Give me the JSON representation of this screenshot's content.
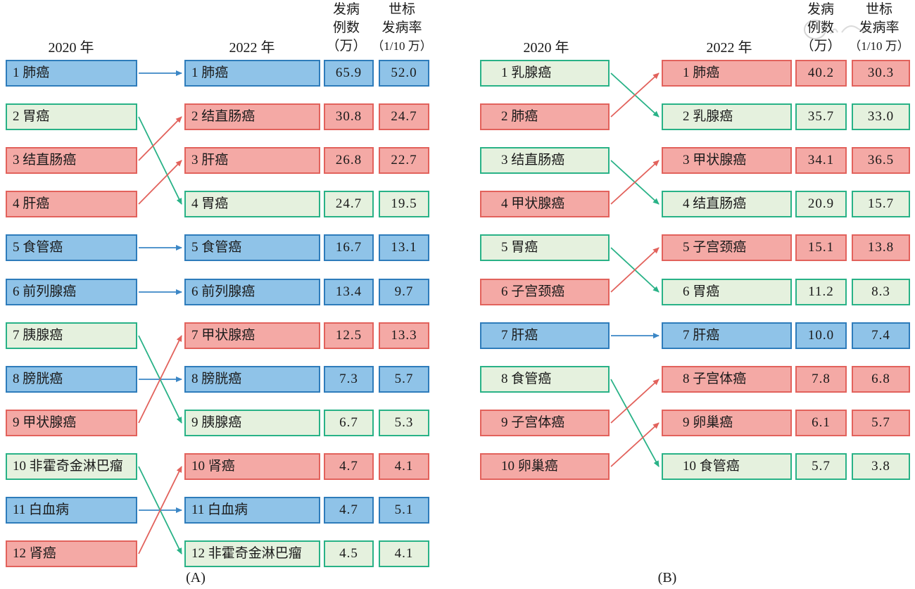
{
  "figure": {
    "palette": {
      "blue": {
        "fill": "#8fc3e8",
        "border": "#2e7cbb",
        "arrow": "#3c87c6"
      },
      "green": {
        "fill": "#e5f1de",
        "border": "#29b287",
        "arrow": "#29b287"
      },
      "red": {
        "fill": "#f4a9a5",
        "border": "#e2625c",
        "arrow": "#e2625c"
      }
    },
    "panels": [
      {
        "caption": "(A)",
        "year_left": "2020 年",
        "year_right": "2022 年",
        "cases_header": [
          "发病",
          "例数",
          "（万）"
        ],
        "rate_header": [
          "世标",
          "发病率",
          "（1/10 万）"
        ],
        "left_items": [
          {
            "text": "1 肺癌",
            "color": "blue"
          },
          {
            "text": "2 胃癌",
            "color": "green"
          },
          {
            "text": "3 结直肠癌",
            "color": "red"
          },
          {
            "text": "4 肝癌",
            "color": "red"
          },
          {
            "text": "5 食管癌",
            "color": "blue"
          },
          {
            "text": "6 前列腺癌",
            "color": "blue"
          },
          {
            "text": "7 胰腺癌",
            "color": "green"
          },
          {
            "text": "8 膀胱癌",
            "color": "blue"
          },
          {
            "text": "9 甲状腺癌",
            "color": "red"
          },
          {
            "text": "10 非霍奇金淋巴瘤",
            "color": "green"
          },
          {
            "text": "11 白血病",
            "color": "blue"
          },
          {
            "text": "12 肾癌",
            "color": "red"
          }
        ],
        "right_items": [
          {
            "text": "1 肺癌",
            "color": "blue",
            "cases": "65.9",
            "rate": "52.0"
          },
          {
            "text": "2 结直肠癌",
            "color": "red",
            "cases": "30.8",
            "rate": "24.7"
          },
          {
            "text": "3 肝癌",
            "color": "red",
            "cases": "26.8",
            "rate": "22.7"
          },
          {
            "text": "4 胃癌",
            "color": "green",
            "cases": "24.7",
            "rate": "19.5"
          },
          {
            "text": "5 食管癌",
            "color": "blue",
            "cases": "16.7",
            "rate": "13.1"
          },
          {
            "text": "6 前列腺癌",
            "color": "blue",
            "cases": "13.4",
            "rate": "9.7"
          },
          {
            "text": "7 甲状腺癌",
            "color": "red",
            "cases": "12.5",
            "rate": "13.3"
          },
          {
            "text": "8 膀胱癌",
            "color": "blue",
            "cases": "7.3",
            "rate": "5.7"
          },
          {
            "text": "9 胰腺癌",
            "color": "green",
            "cases": "6.7",
            "rate": "5.3"
          },
          {
            "text": "10 肾癌",
            "color": "red",
            "cases": "4.7",
            "rate": "4.1"
          },
          {
            "text": "11 白血病",
            "color": "blue",
            "cases": "4.7",
            "rate": "5.1"
          },
          {
            "text": "12 非霍奇金淋巴瘤",
            "color": "green",
            "cases": "4.5",
            "rate": "4.1"
          }
        ],
        "links": [
          {
            "from": 1,
            "to": 1,
            "color": "blue"
          },
          {
            "from": 2,
            "to": 4,
            "color": "green"
          },
          {
            "from": 3,
            "to": 2,
            "color": "red"
          },
          {
            "from": 4,
            "to": 3,
            "color": "red"
          },
          {
            "from": 5,
            "to": 5,
            "color": "blue"
          },
          {
            "from": 6,
            "to": 6,
            "color": "blue"
          },
          {
            "from": 7,
            "to": 9,
            "color": "green"
          },
          {
            "from": 8,
            "to": 8,
            "color": "blue"
          },
          {
            "from": 9,
            "to": 7,
            "color": "red"
          },
          {
            "from": 10,
            "to": 12,
            "color": "green"
          },
          {
            "from": 11,
            "to": 11,
            "color": "blue"
          },
          {
            "from": 12,
            "to": 10,
            "color": "red"
          }
        ]
      },
      {
        "caption": "(B)",
        "year_left": "2020 年",
        "year_right": "2022 年",
        "cases_header": [
          "发病",
          "例数",
          "（万）"
        ],
        "rate_header": [
          "世标",
          "发病率",
          "（1/10 万）"
        ],
        "left_items": [
          {
            "text": "1 乳腺癌",
            "color": "green"
          },
          {
            "text": "2 肺癌",
            "color": "red"
          },
          {
            "text": "3 结直肠癌",
            "color": "green"
          },
          {
            "text": "4 甲状腺癌",
            "color": "red"
          },
          {
            "text": "5 胃癌",
            "color": "green"
          },
          {
            "text": "6 子宫颈癌",
            "color": "red"
          },
          {
            "text": "7 肝癌",
            "color": "blue"
          },
          {
            "text": "8 食管癌",
            "color": "green"
          },
          {
            "text": "9 子宫体癌",
            "color": "red"
          },
          {
            "text": "10 卵巢癌",
            "color": "red"
          }
        ],
        "right_items": [
          {
            "text": "1 肺癌",
            "color": "red",
            "cases": "40.2",
            "rate": "30.3"
          },
          {
            "text": "2 乳腺癌",
            "color": "green",
            "cases": "35.7",
            "rate": "33.0"
          },
          {
            "text": "3 甲状腺癌",
            "color": "red",
            "cases": "34.1",
            "rate": "36.5"
          },
          {
            "text": "4 结直肠癌",
            "color": "green",
            "cases": "20.9",
            "rate": "15.7"
          },
          {
            "text": "5 子宫颈癌",
            "color": "red",
            "cases": "15.1",
            "rate": "13.8"
          },
          {
            "text": "6 胃癌",
            "color": "green",
            "cases": "11.2",
            "rate": "8.3"
          },
          {
            "text": "7 肝癌",
            "color": "blue",
            "cases": "10.0",
            "rate": "7.4"
          },
          {
            "text": "8 子宫体癌",
            "color": "red",
            "cases": "7.8",
            "rate": "6.8"
          },
          {
            "text": "9 卵巢癌",
            "color": "red",
            "cases": "6.1",
            "rate": "5.7"
          },
          {
            "text": "10 食管癌",
            "color": "green",
            "cases": "5.7",
            "rate": "3.8"
          }
        ],
        "links": [
          {
            "from": 1,
            "to": 2,
            "color": "green"
          },
          {
            "from": 2,
            "to": 1,
            "color": "red"
          },
          {
            "from": 3,
            "to": 4,
            "color": "green"
          },
          {
            "from": 4,
            "to": 3,
            "color": "red"
          },
          {
            "from": 5,
            "to": 6,
            "color": "green"
          },
          {
            "from": 6,
            "to": 5,
            "color": "red"
          },
          {
            "from": 7,
            "to": 7,
            "color": "blue"
          },
          {
            "from": 8,
            "to": 10,
            "color": "green"
          },
          {
            "from": 9,
            "to": 8,
            "color": "red"
          },
          {
            "from": 10,
            "to": 9,
            "color": "red"
          }
        ]
      }
    ]
  }
}
